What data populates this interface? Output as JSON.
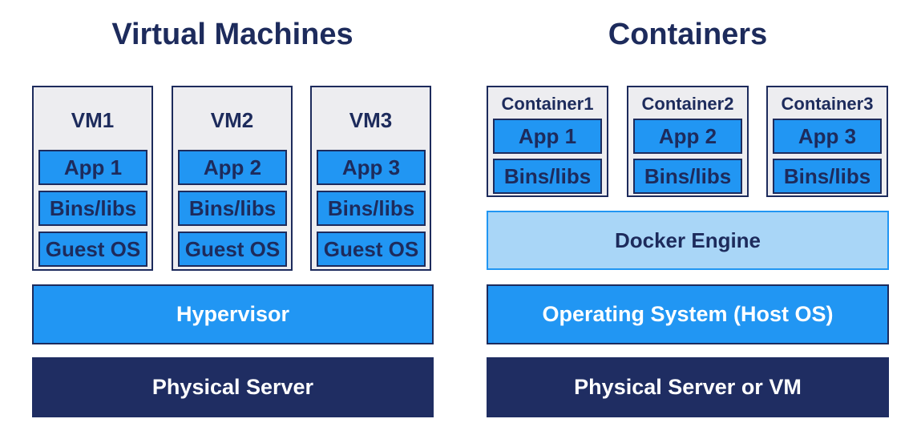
{
  "left": {
    "title": "Virtual Machines",
    "vms": [
      {
        "label": "VM1",
        "app": "App 1",
        "bins": "Bins/libs",
        "os": "Guest OS"
      },
      {
        "label": "VM2",
        "app": "App 2",
        "bins": "Bins/libs",
        "os": "Guest OS"
      },
      {
        "label": "VM3",
        "app": "App 3",
        "bins": "Bins/libs",
        "os": "Guest OS"
      }
    ],
    "hypervisor": "Hypervisor",
    "server": "Physical Server"
  },
  "right": {
    "title": "Containers",
    "containers": [
      {
        "label": "Container1",
        "app": "App 1",
        "bins": "Bins/libs"
      },
      {
        "label": "Container2",
        "app": "App 2",
        "bins": "Bins/libs"
      },
      {
        "label": "Container3",
        "app": "App 3",
        "bins": "Bins/libs"
      }
    ],
    "engine": "Docker Engine",
    "host_os": "Operating System (Host OS)",
    "server": "Physical Server or VM"
  },
  "colors": {
    "navy": "#1f2d62",
    "blue": "#2196f3",
    "light_blue": "#a9d6f7",
    "frame_gray": "#ededf0"
  }
}
